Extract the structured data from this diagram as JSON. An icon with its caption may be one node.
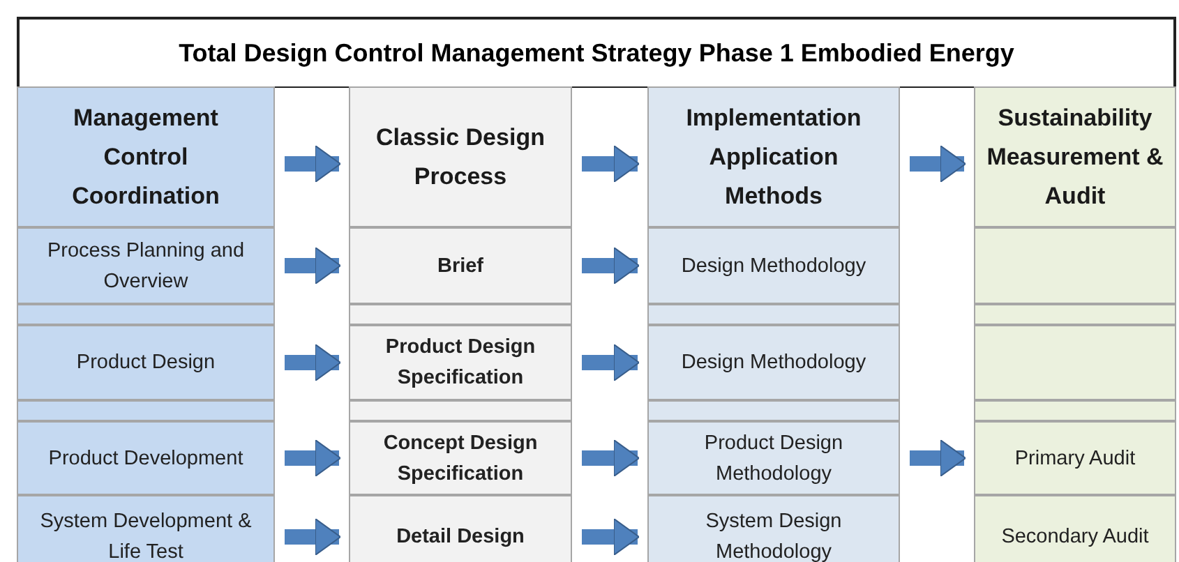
{
  "diagram": {
    "title": "Total Design Control Management Strategy Phase 1 Embodied Energy",
    "nodes": [
      {
        "text": [
          "Management Control Coordination"
        ]
      },
      {
        "text": [
          "Classic Design Process"
        ]
      },
      {
        "text": [
          "Implementation Application Methods"
        ]
      },
      {
        "text": [
          "Sustainability Measurement & Audit"
        ]
      },
      {
        "text": [
          "Process Planning and Overview"
        ]
      },
      {
        "text": [
          "Brief"
        ]
      },
      {
        "text": [
          "Design Methodology"
        ]
      },
      {
        "text": [],
        "shape": "box"
      },
      {
        "text": [
          "Product Design"
        ]
      },
      {
        "text": [
          "Product Design Specification"
        ]
      },
      {
        "text": [
          "Design Methodology"
        ]
      },
      {
        "text": [],
        "shape": "box"
      },
      {
        "text": [
          "Product Development"
        ]
      },
      {
        "text": [
          "Concept Design Specification"
        ]
      },
      {
        "text": [
          "Product Design Methodology"
        ]
      },
      {
        "text": [
          "Primary Audit"
        ]
      },
      {
        "text": [
          "System Development & Life Test"
        ]
      },
      {
        "text": [
          "Detail Design"
        ]
      },
      {
        "text": [
          "System Design Methodology"
        ]
      },
      {
        "text": [
          "Secondary Audit"
        ]
      }
    ],
    "edges": [
      {
        "from": 0,
        "to": 1,
        "arrow": "to"
      },
      {
        "from": 1,
        "to": 2,
        "arrow": "to"
      },
      {
        "from": 2,
        "to": 3,
        "arrow": "to"
      },
      {
        "from": 4,
        "to": 5,
        "arrow": "to"
      },
      {
        "from": 5,
        "to": 6,
        "arrow": "to"
      },
      {
        "from": 8,
        "to": 9,
        "arrow": "to"
      },
      {
        "from": 9,
        "to": 10,
        "arrow": "to"
      },
      {
        "from": 12,
        "to": 13,
        "arrow": "to"
      },
      {
        "from": 13,
        "to": 14,
        "arrow": "to"
      },
      {
        "from": 14,
        "to": 15,
        "arrow": "to"
      },
      {
        "from": 16,
        "to": 17,
        "arrow": "to"
      },
      {
        "from": 17,
        "to": 18,
        "arrow": "to"
      }
    ]
  }
}
